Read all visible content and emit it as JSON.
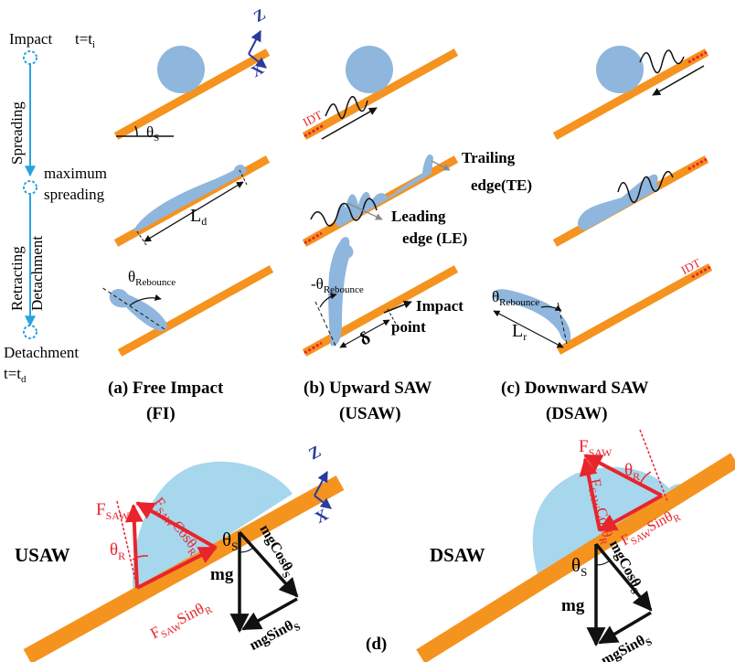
{
  "timeline": {
    "impact": "Impact",
    "t_impact": "t=t",
    "t_impact_sub": "i",
    "spreading": "Spreading",
    "maximum": "maximum",
    "spreading2": "spreading",
    "retracting": "Retracting",
    "detachment_vertical": "Detachment",
    "detachment": "Detachment",
    "t_detach": "t=t",
    "t_detach_sub": "d"
  },
  "panels": {
    "a": {
      "line1": "(a) Free Impact",
      "line2": "(FI)"
    },
    "b": {
      "line1": "(b) Upward SAW",
      "line2": "(USAW)"
    },
    "c": {
      "line1": "(c) Downward SAW",
      "line2": "(DSAW)"
    },
    "d": {
      "label": "(d)"
    }
  },
  "labels": {
    "theta": "θ",
    "sub_S": "S",
    "axis_z": "Z",
    "axis_x": "X",
    "L": "L",
    "sub_d": "d",
    "sub_r": "r",
    "rebounce": "Rebounce",
    "neg_theta": "-θ",
    "delta": "δ",
    "idt": "IDT",
    "trailing": "Trailing",
    "edge_te": "edge(TE)",
    "leading": "Leading",
    "edge_le": "edge (LE)",
    "impact_word": "Impact",
    "point_word": "point",
    "usaw": "USAW",
    "dsaw": "DSAW",
    "F": "F",
    "saw": "SAW",
    "cos_theta": "Cosθ",
    "sin_theta": "Sinθ",
    "sub_R": "R",
    "mg": "mg",
    "mgcos": "mgCosθ",
    "mgsin": "mgSinθ"
  },
  "colors": {
    "substrate": "#f5931f",
    "droplet": "#8fb6dc",
    "droplet_d": "#a7d7ec",
    "timeline": "#29a3e0",
    "force": "#e8242c",
    "axis": "#2a3a9c",
    "text": "#111111",
    "idt": "#e8242c",
    "gray": "#8a8a8a"
  }
}
